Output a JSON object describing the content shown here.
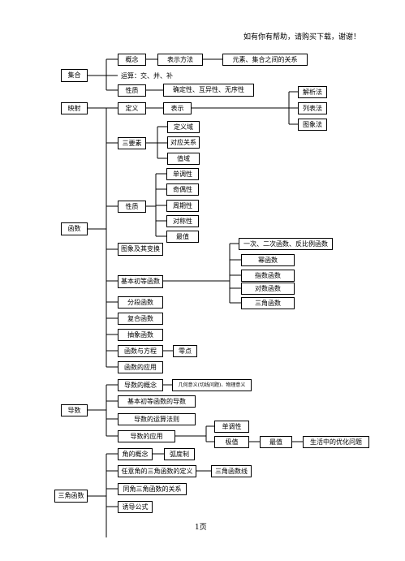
{
  "header": {
    "note": "如有你有帮助，请购买下载，谢谢！"
  },
  "footer": {
    "page": "1页"
  },
  "nodes": {
    "jihe": "集合",
    "gainian": "概念",
    "biaoshi_fangfa": "表示方法",
    "yuansu_guanxi": "元素、集合之间的关系",
    "yunsuan": "运算：交、并、补",
    "xingzhi_set": "性质",
    "queding": "确定性、互异性、无序性",
    "yingshe": "映射",
    "dingyi": "定义",
    "biaoshi": "表示",
    "jiexifa": "解析法",
    "liebiaofa": "列表法",
    "tuxiangfa": "图象法",
    "sanyaosu": "三要素",
    "dingyiyu": "定义域",
    "duiying": "对应关系",
    "zhiyu": "值域",
    "xingzhi_fn": "性质",
    "dantiao": "单调性",
    "jiou": "奇偶性",
    "zhouqi": "周期性",
    "duicheng": "对称性",
    "zuizhi_fn": "最值",
    "hanshu": "函数",
    "tuxiang_bianhuan": "图象及其变换",
    "yici_erci": "一次、二次函数、反比例函数",
    "mi": "幂函数",
    "zhishu": "指数函数",
    "duishu": "对数函数",
    "sanjiao_fn": "三角函数",
    "jiben_chudeng": "基本初等函数",
    "fenduan": "分段函数",
    "fuhe": "复合函数",
    "chouxiang": "抽象函数",
    "hanshu_fangcheng": "函数与方程",
    "lingdian": "零点",
    "hanshu_yingyong": "函数的应用",
    "daoshu": "导数",
    "daoshu_gainian": "导数的概念",
    "jihe_yiyi": "几何意义(切线问题)、物理意义",
    "jiben_daoshu": "基本初等函数的导数",
    "yunsuan_faze": "导数的运算法则",
    "daoshu_yingyong": "导数的应用",
    "dantiao_d": "单调性",
    "jizhi": "极值",
    "zuizhi_d": "最值",
    "youhua": "生活中的优化问题",
    "sanjiao_hanshu": "三角函数",
    "jiao_gainian": "角的概念",
    "hudu": "弧度制",
    "renyi_jiao": "任意角的三角函数的定义",
    "sanjiao_xian": "三角函数线",
    "tongjiao": "同角三角函数的关系",
    "youdao": "诱导公式"
  }
}
